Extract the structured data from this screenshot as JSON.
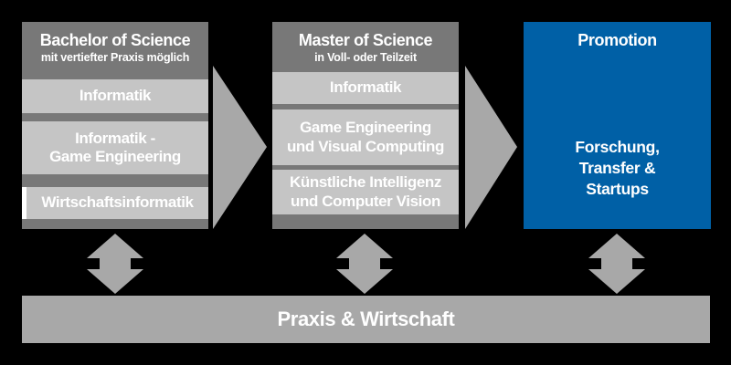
{
  "diagram": {
    "columns": [
      {
        "id": "bachelor",
        "title": "Bachelor of Science",
        "subtitle": "mit vertiefter Praxis möglich",
        "programs": [
          {
            "lines": [
              "Informatik"
            ]
          },
          {
            "lines": [
              "Informatik -",
              "Game Engineering"
            ]
          },
          {
            "lines": [
              "Wirtschaftsinformatik"
            ],
            "highlighted": true
          }
        ]
      },
      {
        "id": "master",
        "title": "Master of Science",
        "subtitle": "in Voll- oder Teilzeit",
        "programs": [
          {
            "lines": [
              "Informatik"
            ]
          },
          {
            "lines": [
              "Game Engineering",
              "und Visual Computing"
            ]
          },
          {
            "lines": [
              "Künstliche Intelligenz",
              "und Computer Vision"
            ]
          }
        ]
      },
      {
        "id": "promotion",
        "title": "Promotion",
        "body_lines": [
          "Forschung,",
          "Transfer &",
          "Startups"
        ]
      }
    ],
    "connectors": {
      "right_arrows": [
        "bachelor-to-master",
        "master-to-promotion"
      ],
      "vertical_arrows": [
        "bachelor-praxis",
        "master-praxis",
        "promotion-praxis"
      ]
    },
    "bottom_bar": {
      "label": "Praxis & Wirtschaft"
    },
    "colors": {
      "background": "#000000",
      "box_dark_gray": "#787878",
      "bar_light_gray": "#c5c5c5",
      "arrow_gray": "#a8a8a8",
      "promotion_blue": "#0060a6",
      "highlight_white": "#ffffff",
      "text": "#ffffff"
    }
  }
}
